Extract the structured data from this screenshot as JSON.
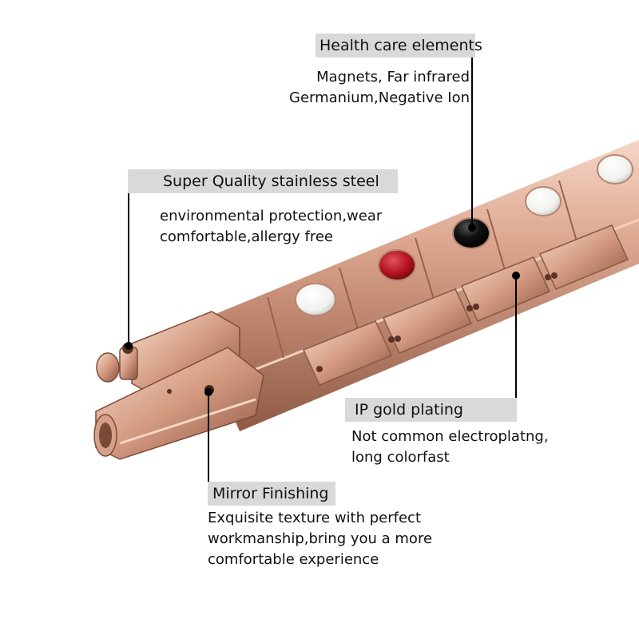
{
  "callouts": {
    "health": {
      "title": "Health care elements",
      "lines": [
        "Magnets, Far infrared",
        "Germanium,Negative Ion"
      ]
    },
    "steel": {
      "title": "Super Quality stainless steel",
      "lines": [
        "environmental protection,wear",
        "comfortable,allergy free"
      ]
    },
    "plating": {
      "title": "IP gold plating",
      "lines": [
        "Not common electroplatng,",
        "long colorfast"
      ]
    },
    "mirror": {
      "title": "Mirror Finishing",
      "lines": [
        "Exquisite texture with perfect",
        "workmanship,bring you a more",
        "comfortable experience"
      ]
    }
  },
  "colors": {
    "rose_gold": "#d9a48c",
    "rose_gold_light": "#f0cbb8",
    "rose_gold_dark": "#9c6650",
    "label_bg": "#d9d9d9",
    "stone_white": "#f4f4f2",
    "stone_red": "#b3121f",
    "stone_black": "#0a0a0a"
  }
}
